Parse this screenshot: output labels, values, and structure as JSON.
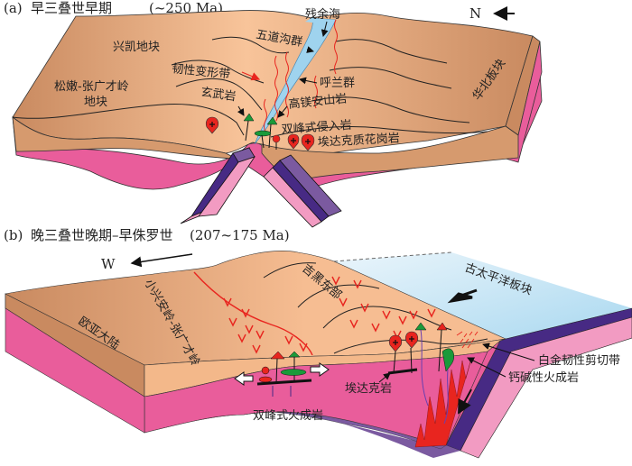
{
  "colors": {
    "crust_light": "#f6bd92",
    "crust_dark": "#c98a60",
    "mantle": "#e95d9b",
    "sea": "#9fd3ee",
    "ocean_plate_top": "#cfe8f6",
    "slab_dark": "#472a84",
    "slab_mid": "#7b5aa0",
    "slab_pink": "#f29bc2",
    "red": "#e8251f",
    "green": "#1a9a3a"
  },
  "panel_a": {
    "label": "(a)",
    "title": "早三叠世早期",
    "age": "(~250 Ma)",
    "compass": "N",
    "labels": {
      "residual_sea": "残余海",
      "xingkai_block": "兴凯地块",
      "wudaogou_group": "五道沟群",
      "ductile_zone": "韧性变形带",
      "songnen_block_1": "松嫩-张广才岭",
      "songnen_block_2": "地块",
      "basalt": "玄武岩",
      "hulan_group": "呼兰群",
      "high_mg_andesite": "高镁安山岩",
      "bimodal_intrusive": "双峰式侵入岩",
      "adakitic_granite": "埃达克质花岗岩",
      "north_china_block": "华北板块"
    }
  },
  "panel_b": {
    "label": "(b)",
    "title": "晚三叠世晚期–早侏罗世",
    "age": "(207~175 Ma)",
    "compass": "W",
    "labels": {
      "eurasia": "欧亚大陆",
      "xiaoxinganling": "小兴安岭-张广才岭",
      "eastern_jilin_heilongjiang": "吉黑东部",
      "paleo_pacific_plate": "古太平洋板块",
      "baijin_shear_zone": "白金韧性剪切带",
      "calc_alkaline": "钙碱性火成岩",
      "adakite": "埃达克岩",
      "bimodal_igneous": "双峰式火成岩"
    }
  }
}
